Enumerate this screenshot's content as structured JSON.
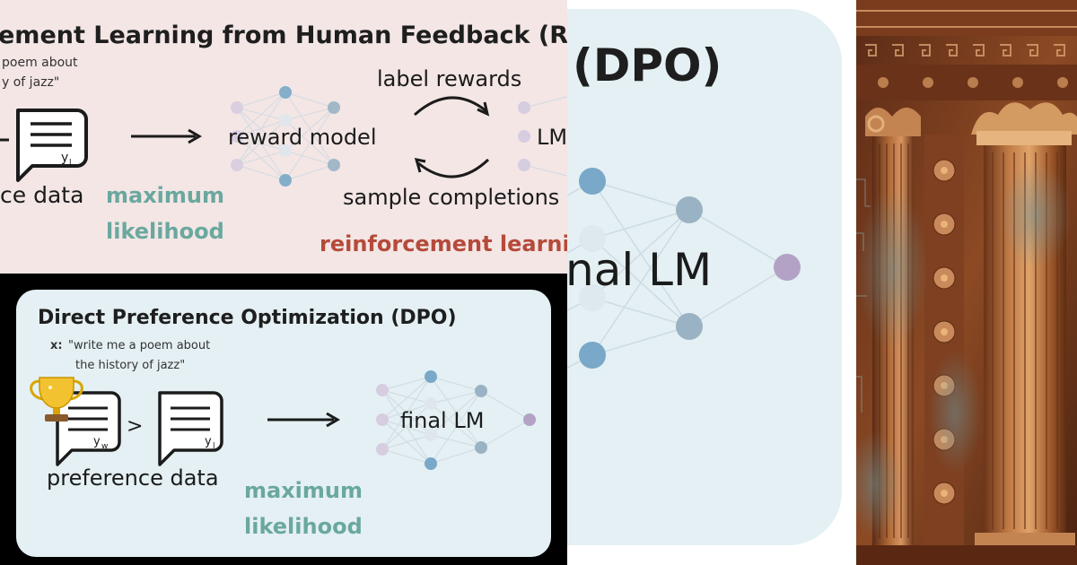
{
  "colors": {
    "rlhf_bg": "#f3e6e5",
    "dpo_bg": "#e4f0f3",
    "teal": "#6aa89f",
    "red": "#b54a3a",
    "node_blue": "#79a8c8",
    "node_purple": "#b3a2c6",
    "node_light": "#d0dde6"
  },
  "rlhf": {
    "title": "ement Learning from Human Feedback (RLHF)",
    "prompt_line1": "poem about",
    "prompt_line2": "y of jazz\"",
    "doc_label": "y",
    "doc_sub": "l",
    "data_label": "ce data",
    "mle_line1": "maximum",
    "mle_line2": "likelihood",
    "reward_model": "reward model",
    "label_rewards": "label rewards",
    "sample_completions": "sample completions",
    "rl_label": "reinforcement learni",
    "lm_label": "LM"
  },
  "dpo": {
    "title": "Direct Preference Optimization (DPO)",
    "prompt_key": "x:",
    "prompt_line1": "\"write me a poem about",
    "prompt_line2": "the history of jazz\"",
    "yw_label": "y",
    "yw_sub": "w",
    "yl_label": "y",
    "yl_sub": "l",
    "greater": ">",
    "data_label": "preference data",
    "mle_line1": "maximum",
    "mle_line2": "likelihood",
    "final_lm": "final LM"
  },
  "zoom": {
    "title": "(DPO)",
    "final_lm": "nal LM"
  },
  "icons": {
    "trophy": "trophy-icon",
    "document": "document-icon",
    "arrow": "arrow-right-icon",
    "network": "neural-network-icon",
    "column": "greek-column-image"
  }
}
